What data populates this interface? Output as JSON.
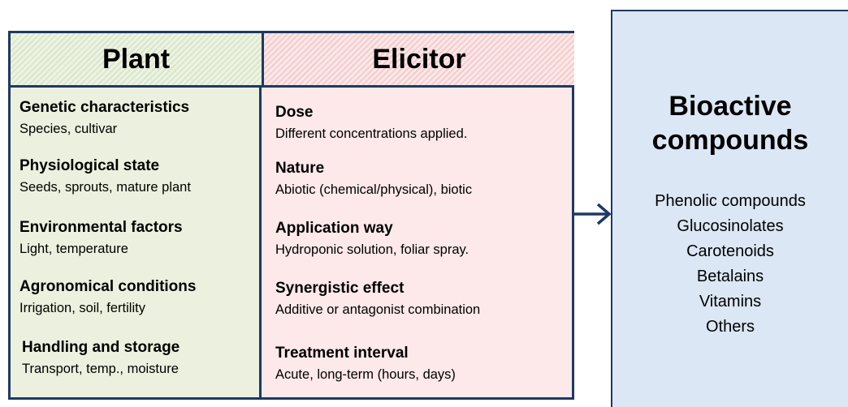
{
  "plant": {
    "header": "Plant",
    "items": [
      {
        "title": "Genetic characteristics",
        "desc": "Species, cultivar"
      },
      {
        "title": "Physiological state",
        "desc": "Seeds, sprouts, mature plant"
      },
      {
        "title": "Environmental factors",
        "desc": "Light, temperature"
      },
      {
        "title": "Agronomical conditions",
        "desc": "Irrigation, soil, fertility"
      },
      {
        "title": "Handling and storage",
        "desc": "Transport, temp., moisture"
      }
    ]
  },
  "elicitor": {
    "header": "Elicitor",
    "items": [
      {
        "title": "Dose",
        "desc": "Different concentrations applied."
      },
      {
        "title": "Nature",
        "desc": "Abiotic (chemical/physical), biotic"
      },
      {
        "title": "Application way",
        "desc": "Hydroponic solution, foliar spray."
      },
      {
        "title": "Synergistic effect",
        "desc": "Additive or antagonist combination"
      },
      {
        "title": "Treatment interval",
        "desc": "Acute, long-term (hours, days)"
      }
    ]
  },
  "bioactive": {
    "title_line1": "Bioactive",
    "title_line2": "compounds",
    "items": [
      "Phenolic compounds",
      "Glucosinolates",
      "Carotenoids",
      "Betalains",
      "Vitamins",
      "Others"
    ]
  },
  "colors": {
    "border": "#1f3864",
    "plant_bg": "#ebf1de",
    "elicitor_bg": "#fde9e9",
    "bioactive_bg": "#dbe7f4"
  }
}
